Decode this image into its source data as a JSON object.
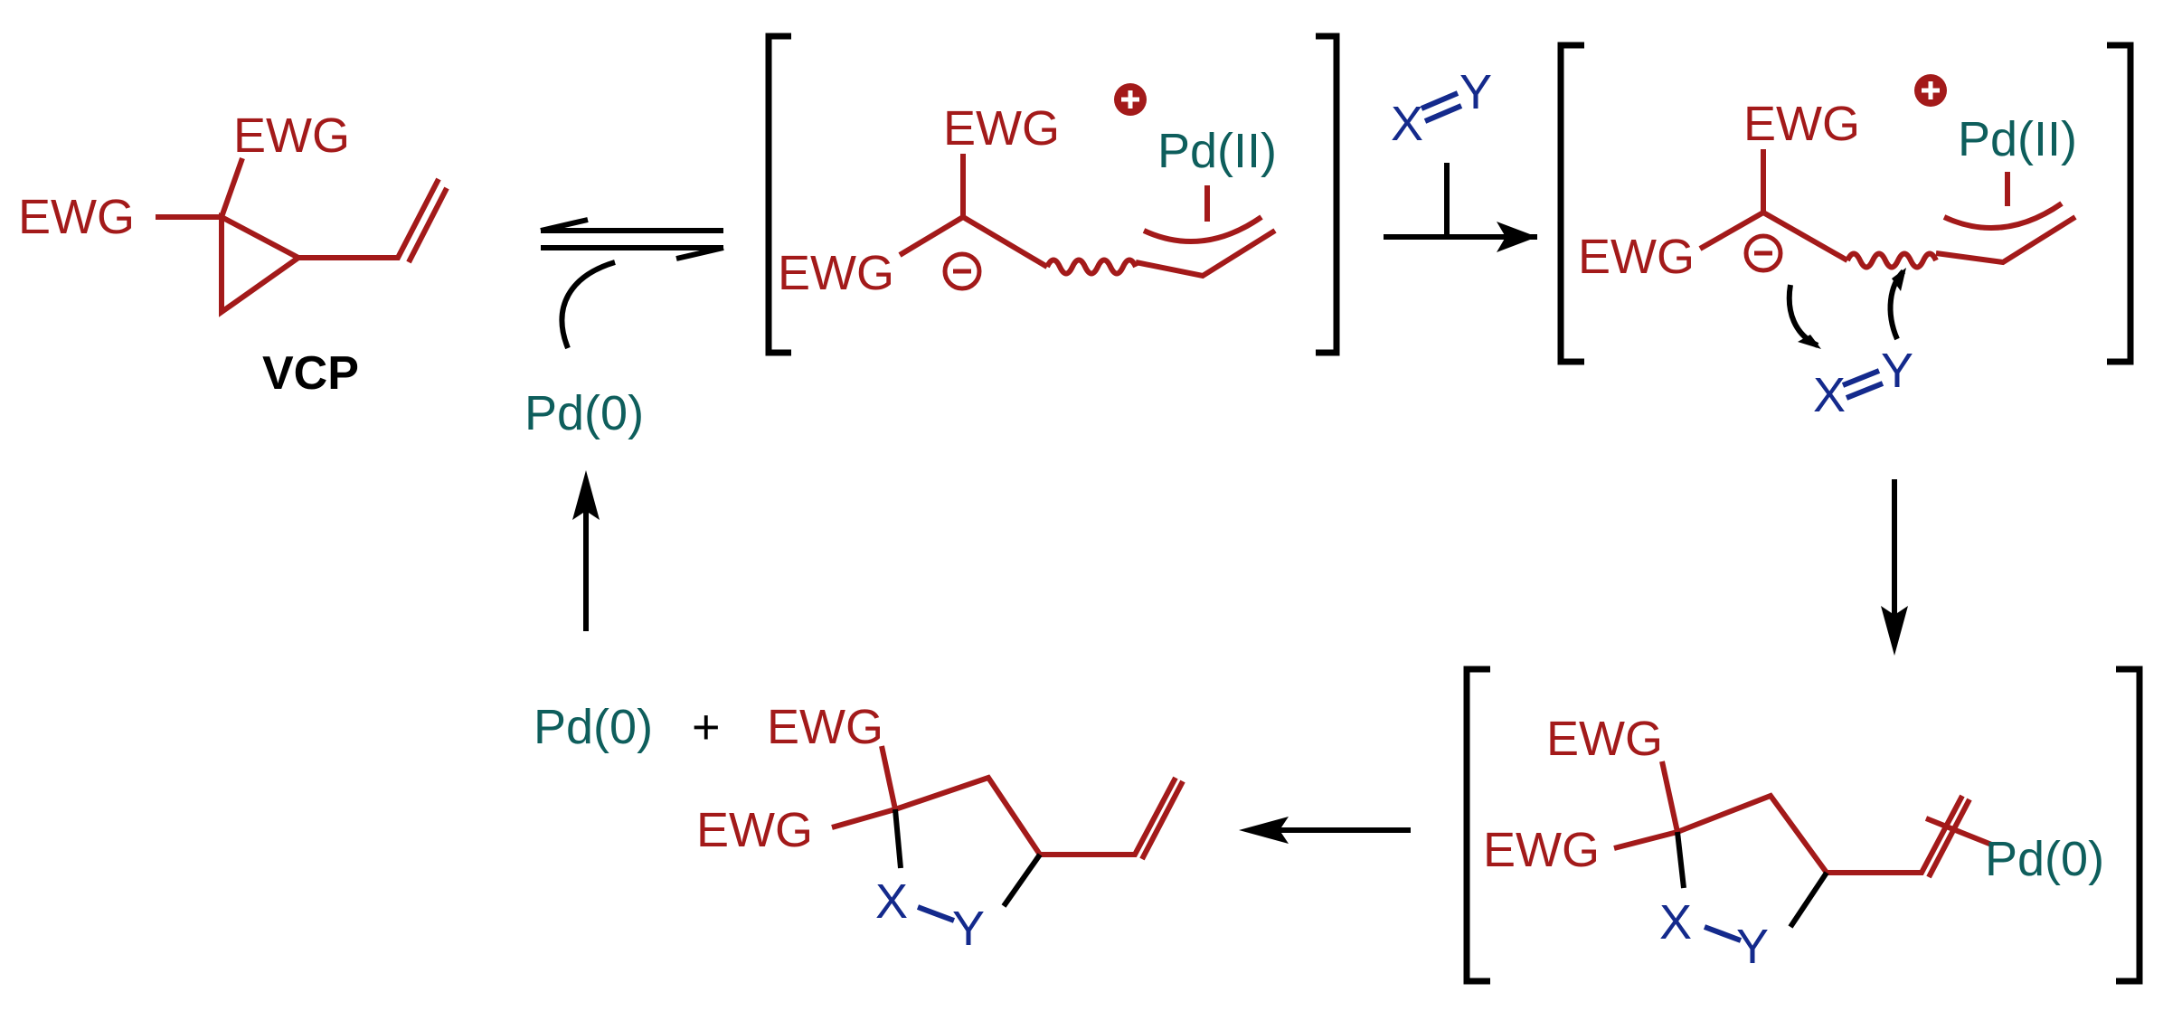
{
  "labels": {
    "ewg": "EWG",
    "vcp": "VCP",
    "pd0": "Pd(0)",
    "pd2": "Pd(II)",
    "plus": "+",
    "x": "X",
    "y": "Y",
    "charge_plus": "⊕",
    "charge_minus": "⊖"
  },
  "colors": {
    "skeleton": "#a31a1a",
    "palladium": "#0e5e5c",
    "dipolarophile": "#142a8c",
    "arrows": "#000000"
  }
}
